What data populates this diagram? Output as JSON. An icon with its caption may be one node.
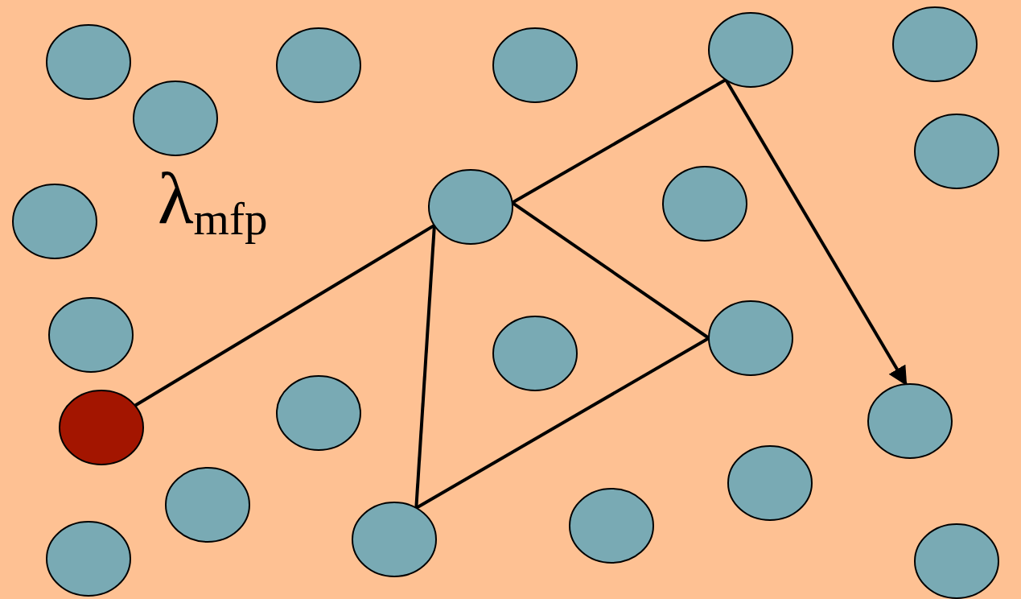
{
  "diagram": {
    "nodes": [
      {
        "text": [],
        "shape": "circle"
      },
      {
        "text": [],
        "shape": "circle"
      },
      {
        "text": [],
        "shape": "circle"
      },
      {
        "text": [],
        "shape": "circle"
      },
      {
        "text": [],
        "shape": "circle"
      },
      {
        "text": [],
        "shape": "circle"
      },
      {
        "text": [],
        "shape": "circle"
      },
      {
        "text": [],
        "shape": "circle"
      },
      {
        "text": [],
        "shape": "circle"
      },
      {
        "text": [],
        "shape": "circle"
      },
      {
        "text": [],
        "shape": "circle"
      },
      {
        "text": [],
        "shape": "circle"
      },
      {
        "text": [],
        "shape": "circle"
      },
      {
        "text": [],
        "shape": "circle"
      },
      {
        "text": [],
        "shape": "circle"
      },
      {
        "text": [],
        "shape": "circle"
      },
      {
        "text": [],
        "shape": "circle"
      },
      {
        "text": [],
        "shape": "circle"
      },
      {
        "text": [],
        "shape": "circle"
      },
      {
        "text": [],
        "shape": "circle"
      },
      {
        "text": [],
        "shape": "circle"
      },
      {
        "text": [],
        "shape": "circle"
      }
    ],
    "edges": [
      {
        "from": 13,
        "to": 8,
        "arrow": "none"
      },
      {
        "from": 8,
        "to": 18,
        "arrow": "none"
      },
      {
        "from": 18,
        "to": 12,
        "arrow": "none"
      },
      {
        "from": 12,
        "to": 8,
        "arrow": "none"
      },
      {
        "from": 8,
        "to": 3,
        "arrow": "none"
      },
      {
        "from": 3,
        "to": 15,
        "arrow": "to"
      }
    ],
    "labels": [
      "λ$_{mfp}$"
    ]
  }
}
